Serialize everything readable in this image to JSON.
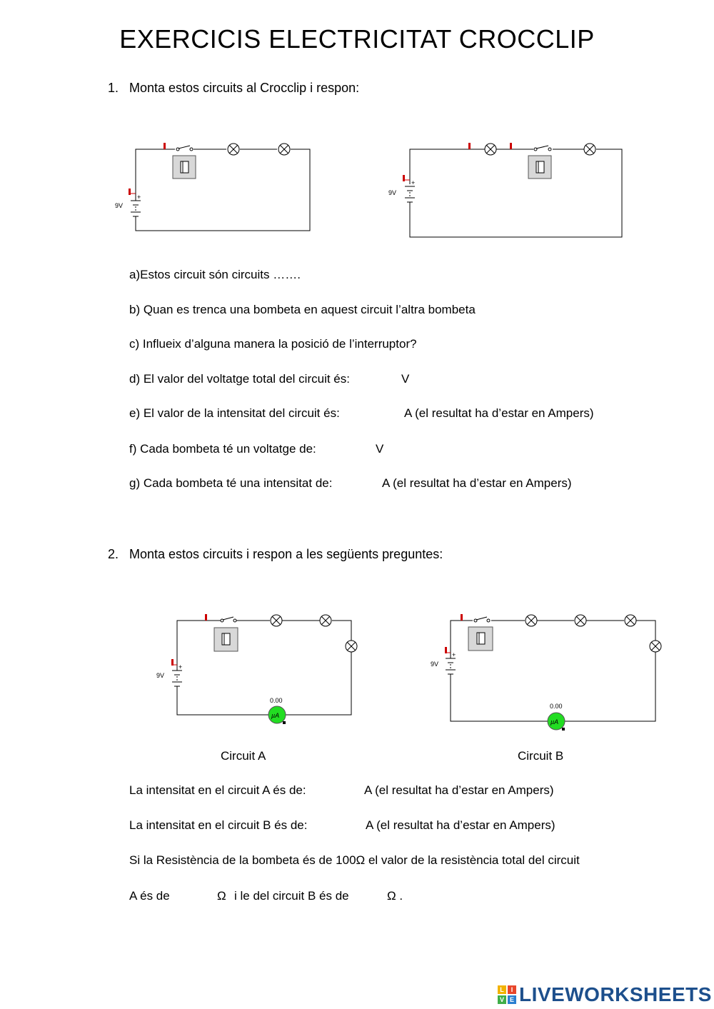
{
  "title": "EXERCICIS  ELECTRICITAT CROCCLIP",
  "q1": {
    "number": "1.",
    "text": "Monta estos circuits al Crocclip i respon:",
    "items": [
      "a)Estos circuit són circuits …….",
      "b) Quan es trenca una bombeta en aquest circuit l’altra bombeta",
      "c) Influeix d’alguna manera la posició de l’interruptor?",
      "d) El valor del voltatge total del circuit és:",
      "e) El valor de la intensitat del circuit és:",
      "f) Cada bombeta té un voltatge de:",
      "g) Cada bombeta té una intensitat de:"
    ],
    "unit_v": "V",
    "unit_a": "A (el resultat ha d’estar en Ampers)"
  },
  "q2": {
    "number": "2.",
    "text": "Monta estos circuits i respon a les següents preguntes:",
    "caption_a": "Circuit A",
    "caption_b": "Circuit B",
    "line_a": "La intensitat en el circuit A és de:",
    "line_b": "La intensitat en el circuit B és de:",
    "unit_a": "A (el resultat ha d’estar en Ampers)",
    "resistance_line": "Si la Resistència de la bombeta és de 100Ω  el valor de la resistència total del circuit",
    "final_a": "A és de",
    "final_omega1": "Ω",
    "final_mid": "i le del circuit  B és de",
    "final_omega2": "Ω ."
  },
  "circuits": {
    "battery_label": "9V",
    "plus": "+",
    "meter_reading": "0.00",
    "meter_unit": "µA"
  },
  "colors": {
    "probe_red": "#cc0000",
    "meter_green": "#22dd22",
    "logo_blue": "#1d4f8c"
  },
  "footer": {
    "logo_text": "LIVEWORKSHEETS",
    "logo_letters": [
      "L",
      "I",
      "V",
      "E"
    ]
  }
}
